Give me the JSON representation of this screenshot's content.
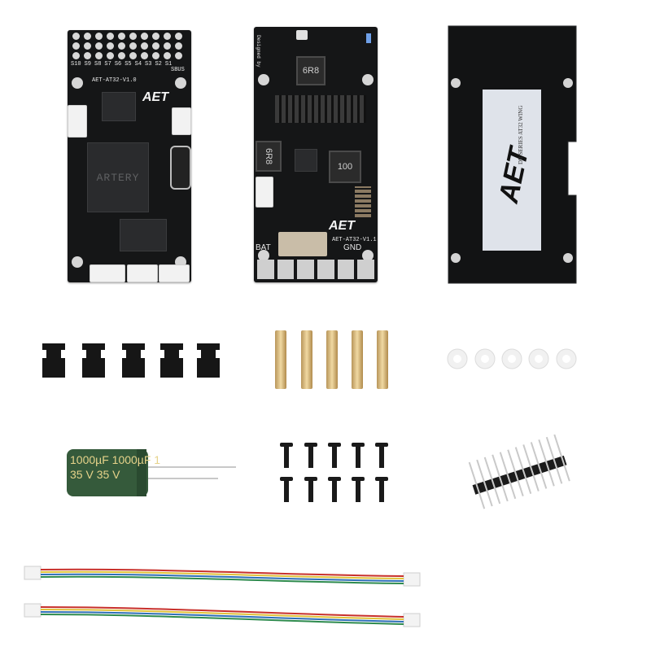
{
  "fc_board": {
    "pad_labels": [
      "S10",
      "S9",
      "S8",
      "S7",
      "S6",
      "S5",
      "S4",
      "S3",
      "S2",
      "S1"
    ],
    "model": "AET-AT32-V1.0",
    "logo": "AET",
    "sbus": "SBUS",
    "chip_brand": "ARTERY"
  },
  "pdb_board": {
    "designer": "Designed by",
    "inductor_top": "6R8",
    "inductor_left": "6R8",
    "inductor_right": "100",
    "logo": "AET",
    "model": "AET-AT32-V1.1",
    "gnd": "GND",
    "bat": "BAT"
  },
  "wing_plate": {
    "logo": "AET",
    "series": "DR SERIES AT32 WING"
  },
  "capacitor": {
    "text_rows": [
      "1000µF 1000µF 1",
      "35 V  35 V"
    ]
  },
  "colors": {
    "pcb": "#151617",
    "brass": "#d9b774",
    "rubber": "#141414",
    "capacitor": "#355a3b",
    "cable_red": "#c8302b",
    "cable_yellow": "#e0c23a",
    "cable_blue": "#2f6fb8",
    "cable_green": "#2e8b4e"
  },
  "items": {
    "dampers": 5,
    "standoffs": 5,
    "washers": 5,
    "screws": 10,
    "pin_header_pairs": 12,
    "cables": 2
  }
}
